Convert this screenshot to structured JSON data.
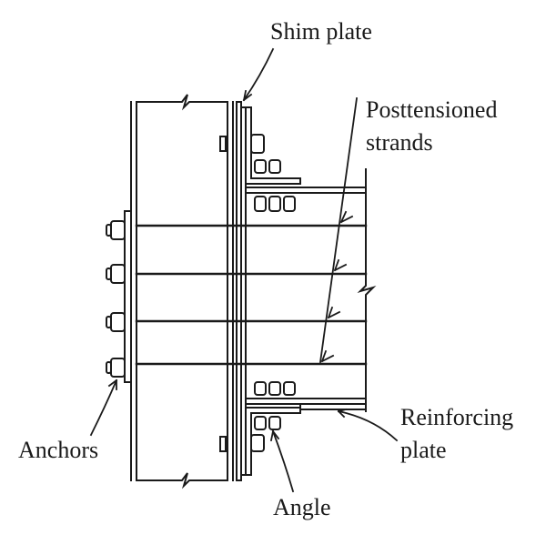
{
  "labels": {
    "shim_plate": "Shim plate",
    "posttensioned_line1": "Posttensioned",
    "posttensioned_line2": "strands",
    "reinforcing_line1": "Reinforcing",
    "reinforcing_line2": "plate",
    "anchors": "Anchors",
    "angle": "Angle"
  },
  "colors": {
    "ink": "#1a1a1a",
    "background": "#ffffff"
  }
}
